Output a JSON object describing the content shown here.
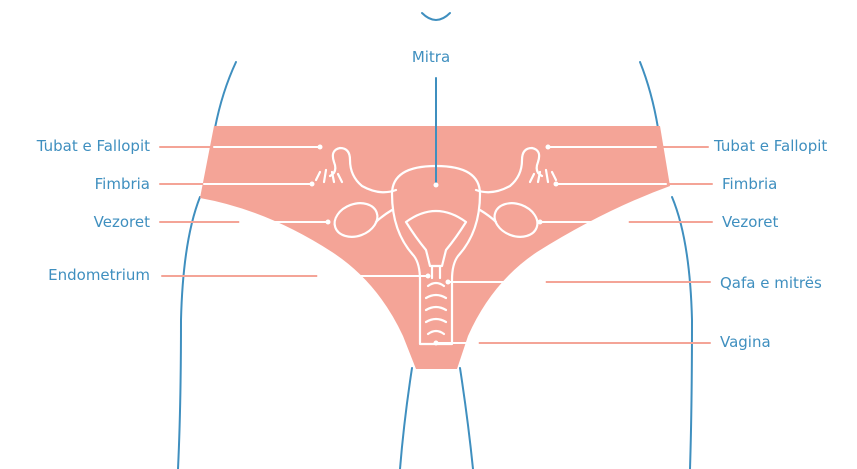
{
  "labels": {
    "top": "Mitra",
    "left": [
      "Tubat e Fallopit",
      "Fimbria",
      "Vezoret",
      "Endometrium"
    ],
    "right": [
      "Tubat e Fallopit",
      "Fimbria",
      "Vezoret",
      "Qafa e mitrës",
      "Vagina"
    ]
  },
  "colors": {
    "body_outline": "#3f8fbf",
    "garment": "#f4a497",
    "organ_line": "#ffffff",
    "leader_line": "#f4a497",
    "label_text": "#3f8fbf"
  }
}
